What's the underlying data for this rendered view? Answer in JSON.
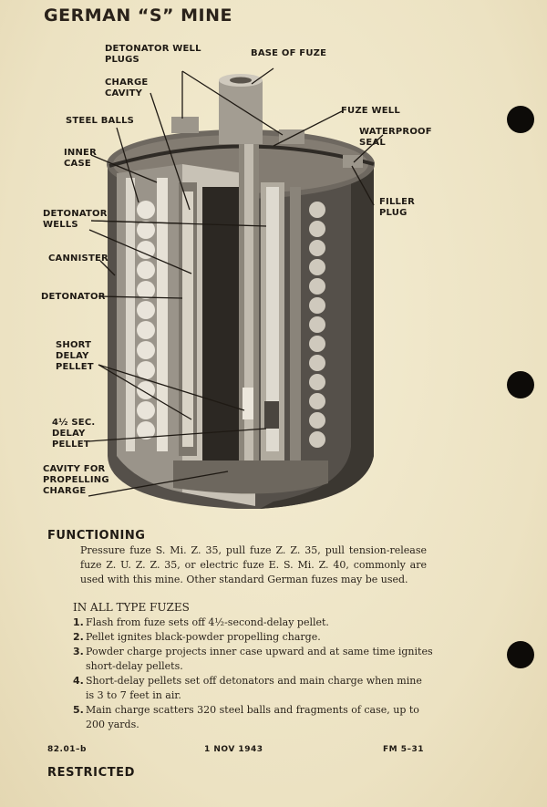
{
  "title": "GERMAN “S” MINE",
  "diagram_labels": {
    "detonator_well_plugs": "DETONATOR WELL\nPLUGS",
    "base_of_fuze": "BASE OF FUZE",
    "charge_cavity": "CHARGE\nCAVITY",
    "steel_balls": "STEEL BALLS",
    "fuze_well": "FUZE WELL",
    "waterproof_seal": "WATERPROOF\nSEAL",
    "inner_case": "INNER\nCASE",
    "filler_plug": "FILLER\nPLUG",
    "detonator_wells": "DETONATOR\nWELLS",
    "cannister": "CANNISTER",
    "detonator": "DETONATOR",
    "short_delay_pellet": "SHORT\nDELAY\nPELLET",
    "delay_pellet_45": "4½ SEC.\nDELAY\nPELLET",
    "cavity_propelling": "CAVITY FOR\nPROPELLING\nCHARGE"
  },
  "functioning": {
    "heading": "FUNCTIONING",
    "paragraph": "Pressure fuze S. Mi. Z. 35, pull fuze Z. Z. 35, pull tension-release fuze Z. U. Z. Z. 35, or electric fuze E. S. Mi. Z. 40, commonly are used with this mine. Other standard German fuzes may be used.",
    "subheading": "IN ALL TYPE FUZES",
    "steps": [
      {
        "num": "1.",
        "text": "Flash from fuze sets off 4½-second-delay pellet."
      },
      {
        "num": "2.",
        "text": "Pellet ignites black-powder propelling charge."
      },
      {
        "num": "3.",
        "text": "Powder charge projects inner case upward and at same time ignites short-delay pellets."
      },
      {
        "num": "4.",
        "text": "Short-delay pellets set off detonators and main charge when mine is 3 to 7 feet in air."
      },
      {
        "num": "5.",
        "text": "Main charge scatters 320 steel balls and fragments of case, up to 200 yards."
      }
    ]
  },
  "footer": {
    "left": "82.01–b",
    "center": "1 NOV 1943",
    "right": "FM 5–31",
    "restricted": "RESTRICTED"
  },
  "colors": {
    "paper": "#efe6c9",
    "metal_dark": "#3a352f",
    "metal_mid": "#6f685f",
    "metal_light": "#b9b3a8",
    "ink": "#1f1a14"
  }
}
